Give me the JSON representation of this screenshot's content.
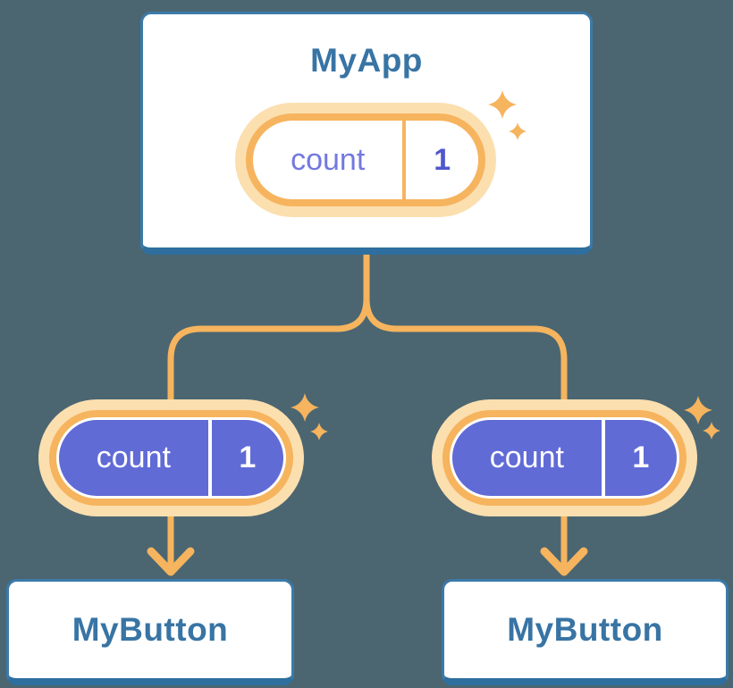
{
  "diagram": {
    "description": "React component tree sharing state via props",
    "root": {
      "title": "MyApp",
      "pill": {
        "kind": "state",
        "label": "count",
        "value": "1"
      }
    },
    "children": [
      {
        "title": "MyButton",
        "pill": {
          "kind": "prop",
          "label": "count",
          "value": "1"
        }
      },
      {
        "title": "MyButton",
        "pill": {
          "kind": "prop",
          "label": "count",
          "value": "1"
        }
      }
    ]
  },
  "icons": {
    "sparkle": "sparkle-icon",
    "arrow": "arrow-down"
  },
  "colors": {
    "background": "#4B6671",
    "card_background": "#FFFFFF",
    "card_border": "#3B7AA9",
    "card_border_bottom": "#2E6F9F",
    "title_text": "#3874A4",
    "orange_accent": "#F6B45E",
    "orange_glow": "#FCDFAF",
    "prop_pill_fill": "#616BD6",
    "state_label_text": "#7379DF",
    "state_value_text": "#4F57CE",
    "pill_text_on_purple": "#FFFFFF"
  }
}
